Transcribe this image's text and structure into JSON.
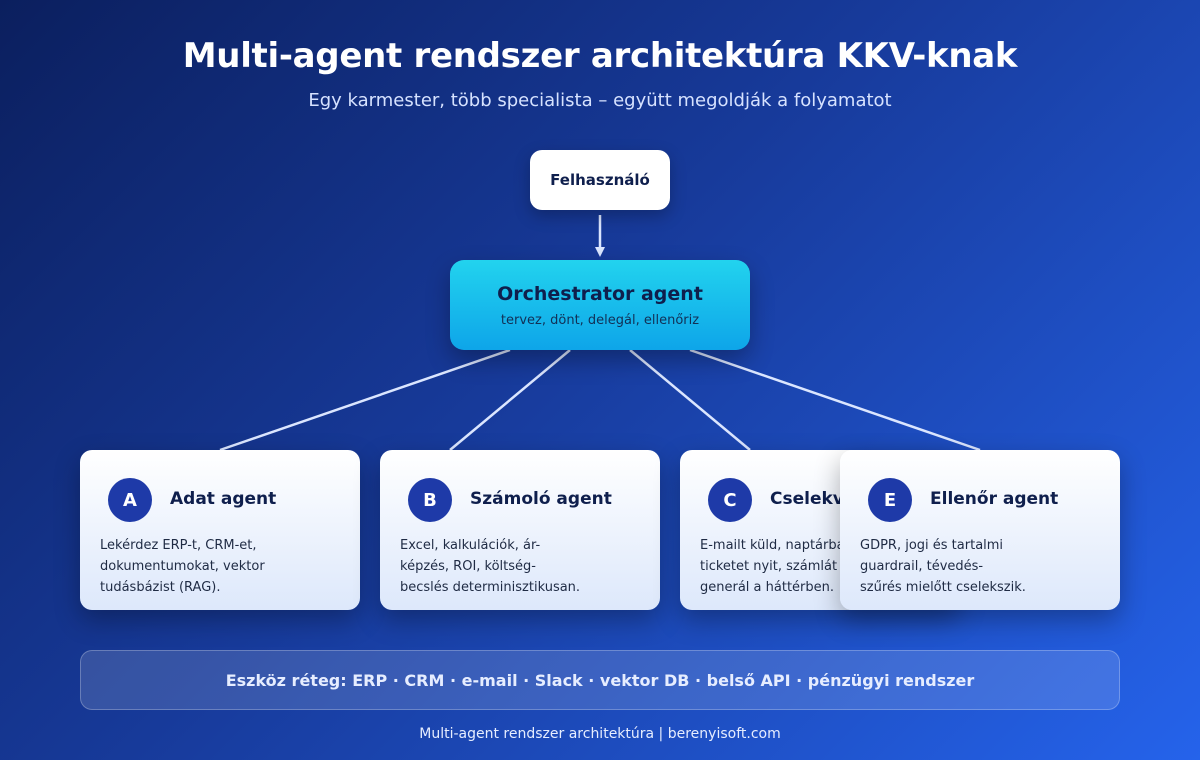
{
  "header": {
    "title": "Multi-agent rendszer architektúra KKV-knak",
    "subtitle": "Egy karmester, több specialista – együtt megoldják a folyamatot"
  },
  "user_node": {
    "label": "Felhasználó"
  },
  "orchestrator": {
    "title": "Orchestrator agent",
    "subtitle": "tervez, dönt, delegál, ellenőriz"
  },
  "agents": [
    {
      "badge": "A",
      "title": "Adat agent",
      "desc": [
        "Lekérdez ERP-t, CRM-et,",
        "dokumentumokat, vektor",
        "tudásbázist (RAG)."
      ]
    },
    {
      "badge": "B",
      "title": "Számoló agent",
      "desc": [
        "Excel, kalkulációk, ár-",
        "képzés, ROI, költség-",
        "becslés determinisztikusan."
      ]
    },
    {
      "badge": "C",
      "title": "Cselekvő agent",
      "desc": [
        "E-mailt küld, naptárba",
        "ticketet nyit, számlát",
        "generál a háttérben."
      ]
    },
    {
      "badge": "E",
      "title": "Ellenőr agent",
      "desc": [
        "GDPR, jogi és tartalmi",
        "guardrail, tévedés-",
        "szűrés mielőtt cselekszik."
      ]
    }
  ],
  "tools_layer": "Eszköz réteg: ERP · CRM · e-mail · Slack · vektor DB · belső API · pénzügyi rendszer",
  "footer": "Multi-agent rendszer architektúra | berenyisoft.com",
  "colors": {
    "background_start": "#0b1f5e",
    "background_end": "#2563eb",
    "orchestrator": "#0ea5e9",
    "badge": "#1e3aa8",
    "text_dark": "#0f1f4d"
  }
}
